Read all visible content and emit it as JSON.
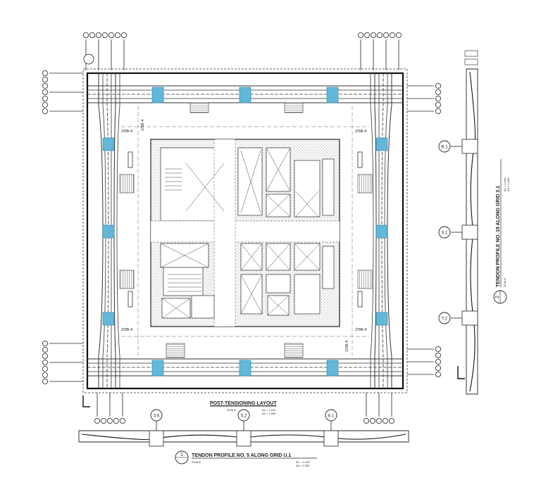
{
  "drawing": {
    "plan_title": "POST-TENSIONING LAYOUT",
    "plan_scale_label": "SCALE",
    "plan_scale_a1": "A1 = 1:100",
    "plan_scale_a3": "A3 = 1:200",
    "elevation_h": {
      "number": "1",
      "title": "TENDON PROFILE NO. 5 ALONG GRID U.1",
      "scale_label": "SCALE",
      "scale_a1": "A1 = 1:100",
      "scale_a3": "A3 = 1:200",
      "grid_bubbles": [
        "3.6",
        "5.2",
        "6.1"
      ]
    },
    "elevation_v": {
      "number": "2",
      "title": "TENDON PROFILE NO. 19 ALONG GRID 3.1",
      "scale_label": "SCALE",
      "scale_a1": "A1 = 1:100",
      "scale_a3": "A3 = 1:200",
      "grid_bubbles": [
        "R.1",
        "S.1",
        "T.2"
      ]
    },
    "tendon_tags": [
      "2/5B-4",
      "2/5B-4",
      "2/5B-4",
      "2/5B-4",
      "2/5B-4",
      "2/5B-4"
    ],
    "colors": {
      "linework": "#333333",
      "tendon_anchor_highlight": "#62b8d8",
      "background": "#ffffff"
    }
  }
}
